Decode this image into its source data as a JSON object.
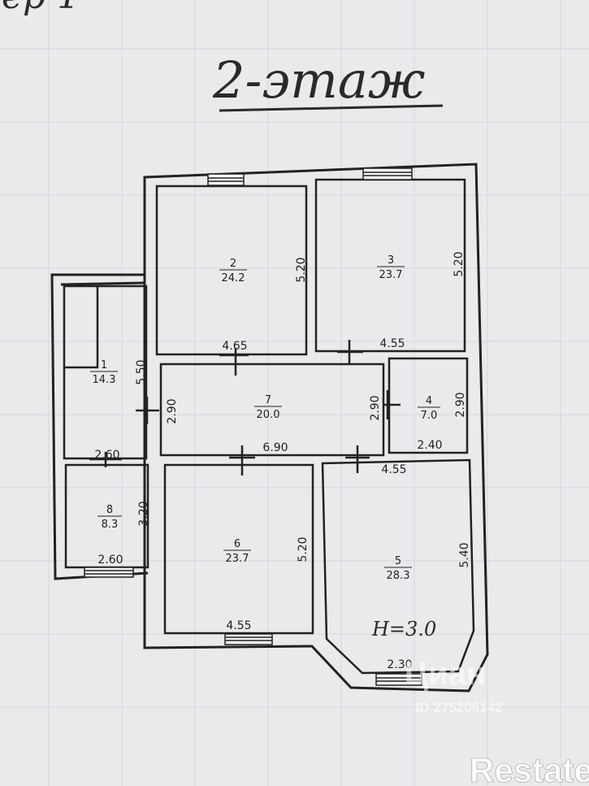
{
  "header": {
    "top_fragment": "ер 1",
    "floor_label": "2-этаж"
  },
  "rooms": [
    {
      "id": "room-2",
      "number": "2",
      "area": "24.2"
    },
    {
      "id": "room-3",
      "number": "3",
      "area": "23.7"
    },
    {
      "id": "room-1",
      "number": "1",
      "area": "14.3"
    },
    {
      "id": "room-7",
      "number": "7",
      "area": "20.0"
    },
    {
      "id": "room-4",
      "number": "4",
      "area": "7.0"
    },
    {
      "id": "room-8",
      "number": "8",
      "area": "8.3"
    },
    {
      "id": "room-6",
      "number": "6",
      "area": "23.7"
    },
    {
      "id": "room-5",
      "number": "5",
      "area": "28.3"
    }
  ],
  "dimensions": {
    "room2_height": "5.20",
    "room3_height": "5.20",
    "room2_width": "4.65",
    "room3_width": "4.55",
    "room1_height": "5.50",
    "room1_width": "2.60",
    "room7_height_left": "2.90",
    "room7_width": "6.90",
    "room7_height_right": "2.90",
    "room4_height": "2.90",
    "room4_width": "2.40",
    "room5_top_width": "4.55",
    "room8_height": "3.20",
    "room8_width": "2.60",
    "room6_height": "5.20",
    "room6_width": "4.55",
    "room5_height": "5.40",
    "room5_bay_width": "2.30"
  },
  "ceiling_height": "H=3.0",
  "watermarks": {
    "cian": "Циан",
    "listing_id": "ID 275206142",
    "brand": "Restate"
  },
  "colors": {
    "paper": "#e9eaec",
    "ink": "#222222",
    "grid": "#d4d7dc",
    "watermark": "#ffffff"
  }
}
